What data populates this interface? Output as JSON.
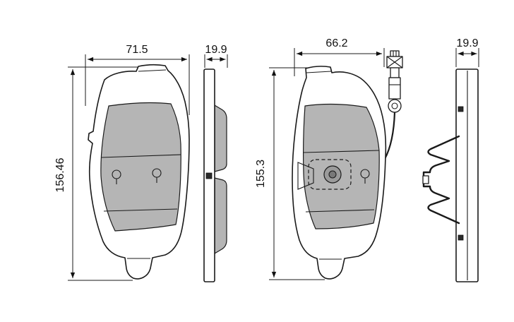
{
  "drawing": {
    "colors": {
      "background": "#ffffff",
      "line": "#1a1a1a",
      "friction_gray": "#b5b5b5",
      "sensor_gray": "#9b9b9b"
    },
    "views": {
      "pad1_front": {
        "width_label": "71.5",
        "height_label": "156.46"
      },
      "pad1_side": {
        "thickness_label": "19.9"
      },
      "pad2_front": {
        "width_label": "66.2",
        "height_label": "155.3"
      },
      "pad2_side": {
        "thickness_label": "19.9"
      }
    }
  }
}
